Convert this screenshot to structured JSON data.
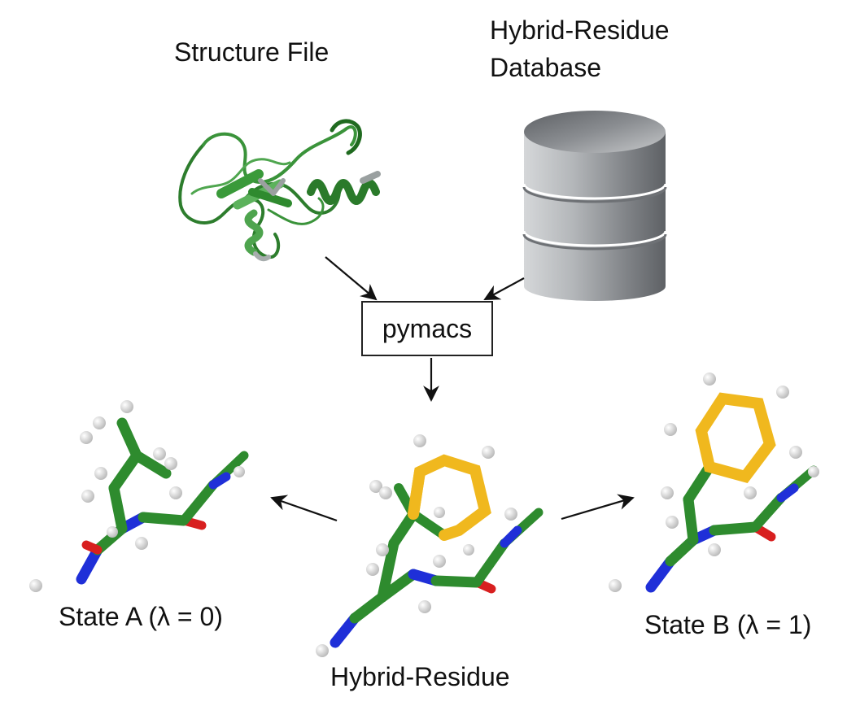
{
  "diagram": {
    "structure_file_label": "Structure File",
    "database_label_line1": "Hybrid-Residue",
    "database_label_line2": "Database",
    "tool_label": "pymacs",
    "hybrid_label": "Hybrid-Residue",
    "state_a_label": "State A (λ = 0)",
    "state_b_label": "State B (λ = 1)"
  },
  "colors": {
    "carbon": "#2e8b2e",
    "ring": "#f0b81e",
    "nitrogen": "#1f2fd8",
    "oxygen": "#d81f1f",
    "hydrogen": "#e6e6e6",
    "protein": "#3f9a3f",
    "cylinder": "#9ea1a4"
  }
}
